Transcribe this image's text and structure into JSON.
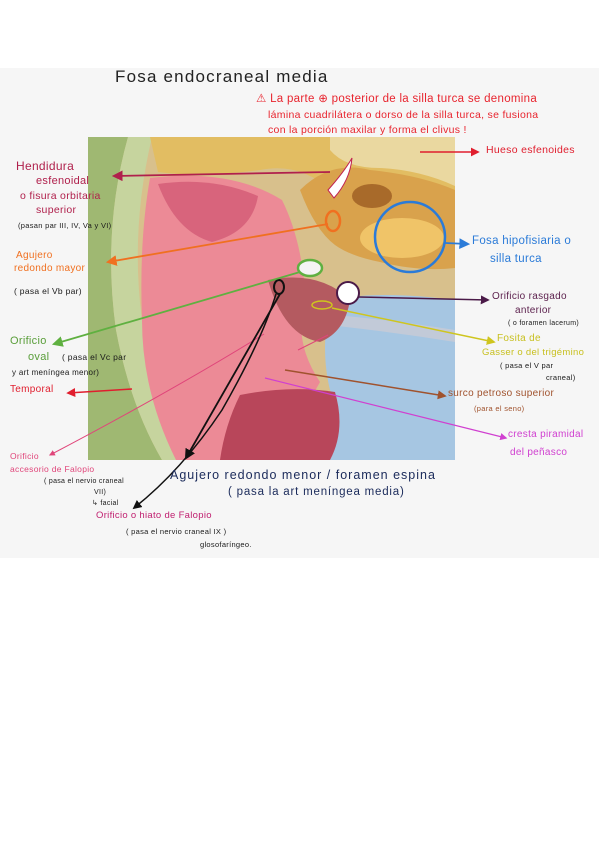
{
  "title": "Fosa endocraneal media",
  "note": {
    "lines": [
      "⚠ La parte ⊕ posterior de la silla turca se denomina",
      "lámina cuadrilátera o dorso de la silla turca, se fusiona",
      "con la porción maxilar y forma el clivus !"
    ]
  },
  "labels": {
    "hueso_esfenoides": "Hueso esfenoides",
    "hendidura_esfenoidal": [
      "Hendidura",
      "esfenoidal",
      "o fisura orbitaria",
      "superior"
    ],
    "hendidura_esfenoidal_note": "(pasan par III, IV, Va y VI)",
    "agujero_redondo_mayor": [
      "Agujero",
      "redondo mayor"
    ],
    "agujero_redondo_mayor_note": "( pasa el Vb par)",
    "orificio_oval": [
      "Orificio",
      "oval"
    ],
    "orificio_oval_note": [
      "( pasa el Vc par",
      "y art meníngea menor)"
    ],
    "temporal": "Temporal",
    "orificio_accesorio": [
      "Orificio",
      "accesorio de Falopio"
    ],
    "orificio_accesorio_note": [
      "( pasa el nervio craneal",
      "VII)",
      "↳ facial"
    ],
    "agujero_redondo_menor": "Agujero redondo menor / foramen espina",
    "agujero_redondo_menor_note": "( pasa la art meníngea media)",
    "hiato_falopio": "Orificio o hiato de Falopio",
    "hiato_falopio_note": [
      "( pasa el nervio craneal IX )",
      "glosofaríngeo."
    ],
    "fosa_hipofisiaria": [
      "Fosa hipofisiaria o",
      "silla turca"
    ],
    "orificio_rasgado": [
      "Orificio rasgado",
      "anterior"
    ],
    "orificio_rasgado_note": "( o foramen lacerum)",
    "fosita_gasser": [
      "Fosita de",
      "Gasser o del trigémino"
    ],
    "fosita_gasser_note": [
      "( pasa el V par",
      "craneal)"
    ],
    "surco_petroso": "surco petroso superior",
    "surco_petroso_note": "(para el seno)",
    "cresta_piramidal": [
      "cresta piramidal",
      "del peñasco"
    ]
  },
  "colors": {
    "note_red": "#e8242e",
    "hendidura": "#b0204c",
    "agujero_mayor": "#f07020",
    "oval": "#5a9e3a",
    "temporal": "#e01e2e",
    "accesorio": "#e0457a",
    "menor": "#1a2a5a",
    "hiato": "#c02070",
    "hipofisiaria": "#2b7bd8",
    "rasgado": "#5b1f4c",
    "gasser": "#c8c020",
    "surco": "#a0522d",
    "cresta": "#d040d0"
  }
}
